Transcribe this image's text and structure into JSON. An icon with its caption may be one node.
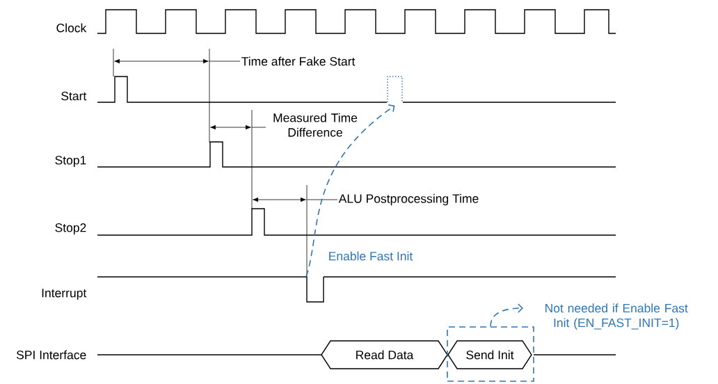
{
  "diagram": {
    "nodes": [
      {
        "text": [],
        "shape": "pulse"
      },
      {
        "text": [],
        "shape": "pulse"
      },
      {
        "text": [
          "Read Data"
        ]
      },
      {
        "text": [],
        "shape": "box"
      },
      {
        "text": [
          "Send Init"
        ],
        "in": 3
      },
      {
        "text": [
          "Not needed if Enable Fast Init (EN_FAST_INIT=1)"
        ]
      }
    ],
    "edges": [
      {
        "from": 1,
        "to": 0,
        "arrow": "to",
        "label": "Enable Fast Init",
        "style": "dashed",
        "color": "#2e75b6"
      },
      {
        "from": 3,
        "to": 5,
        "arrow": "to",
        "style": "dashed",
        "color": "#2e75b6"
      }
    ],
    "labels": [
      "Clock",
      "Time after Fake Start",
      "Start",
      "Measured Time Difference",
      "Stop1",
      "ALU Postprocessing Time",
      "Stop2",
      "Interrupt",
      "SPI Interface"
    ]
  }
}
